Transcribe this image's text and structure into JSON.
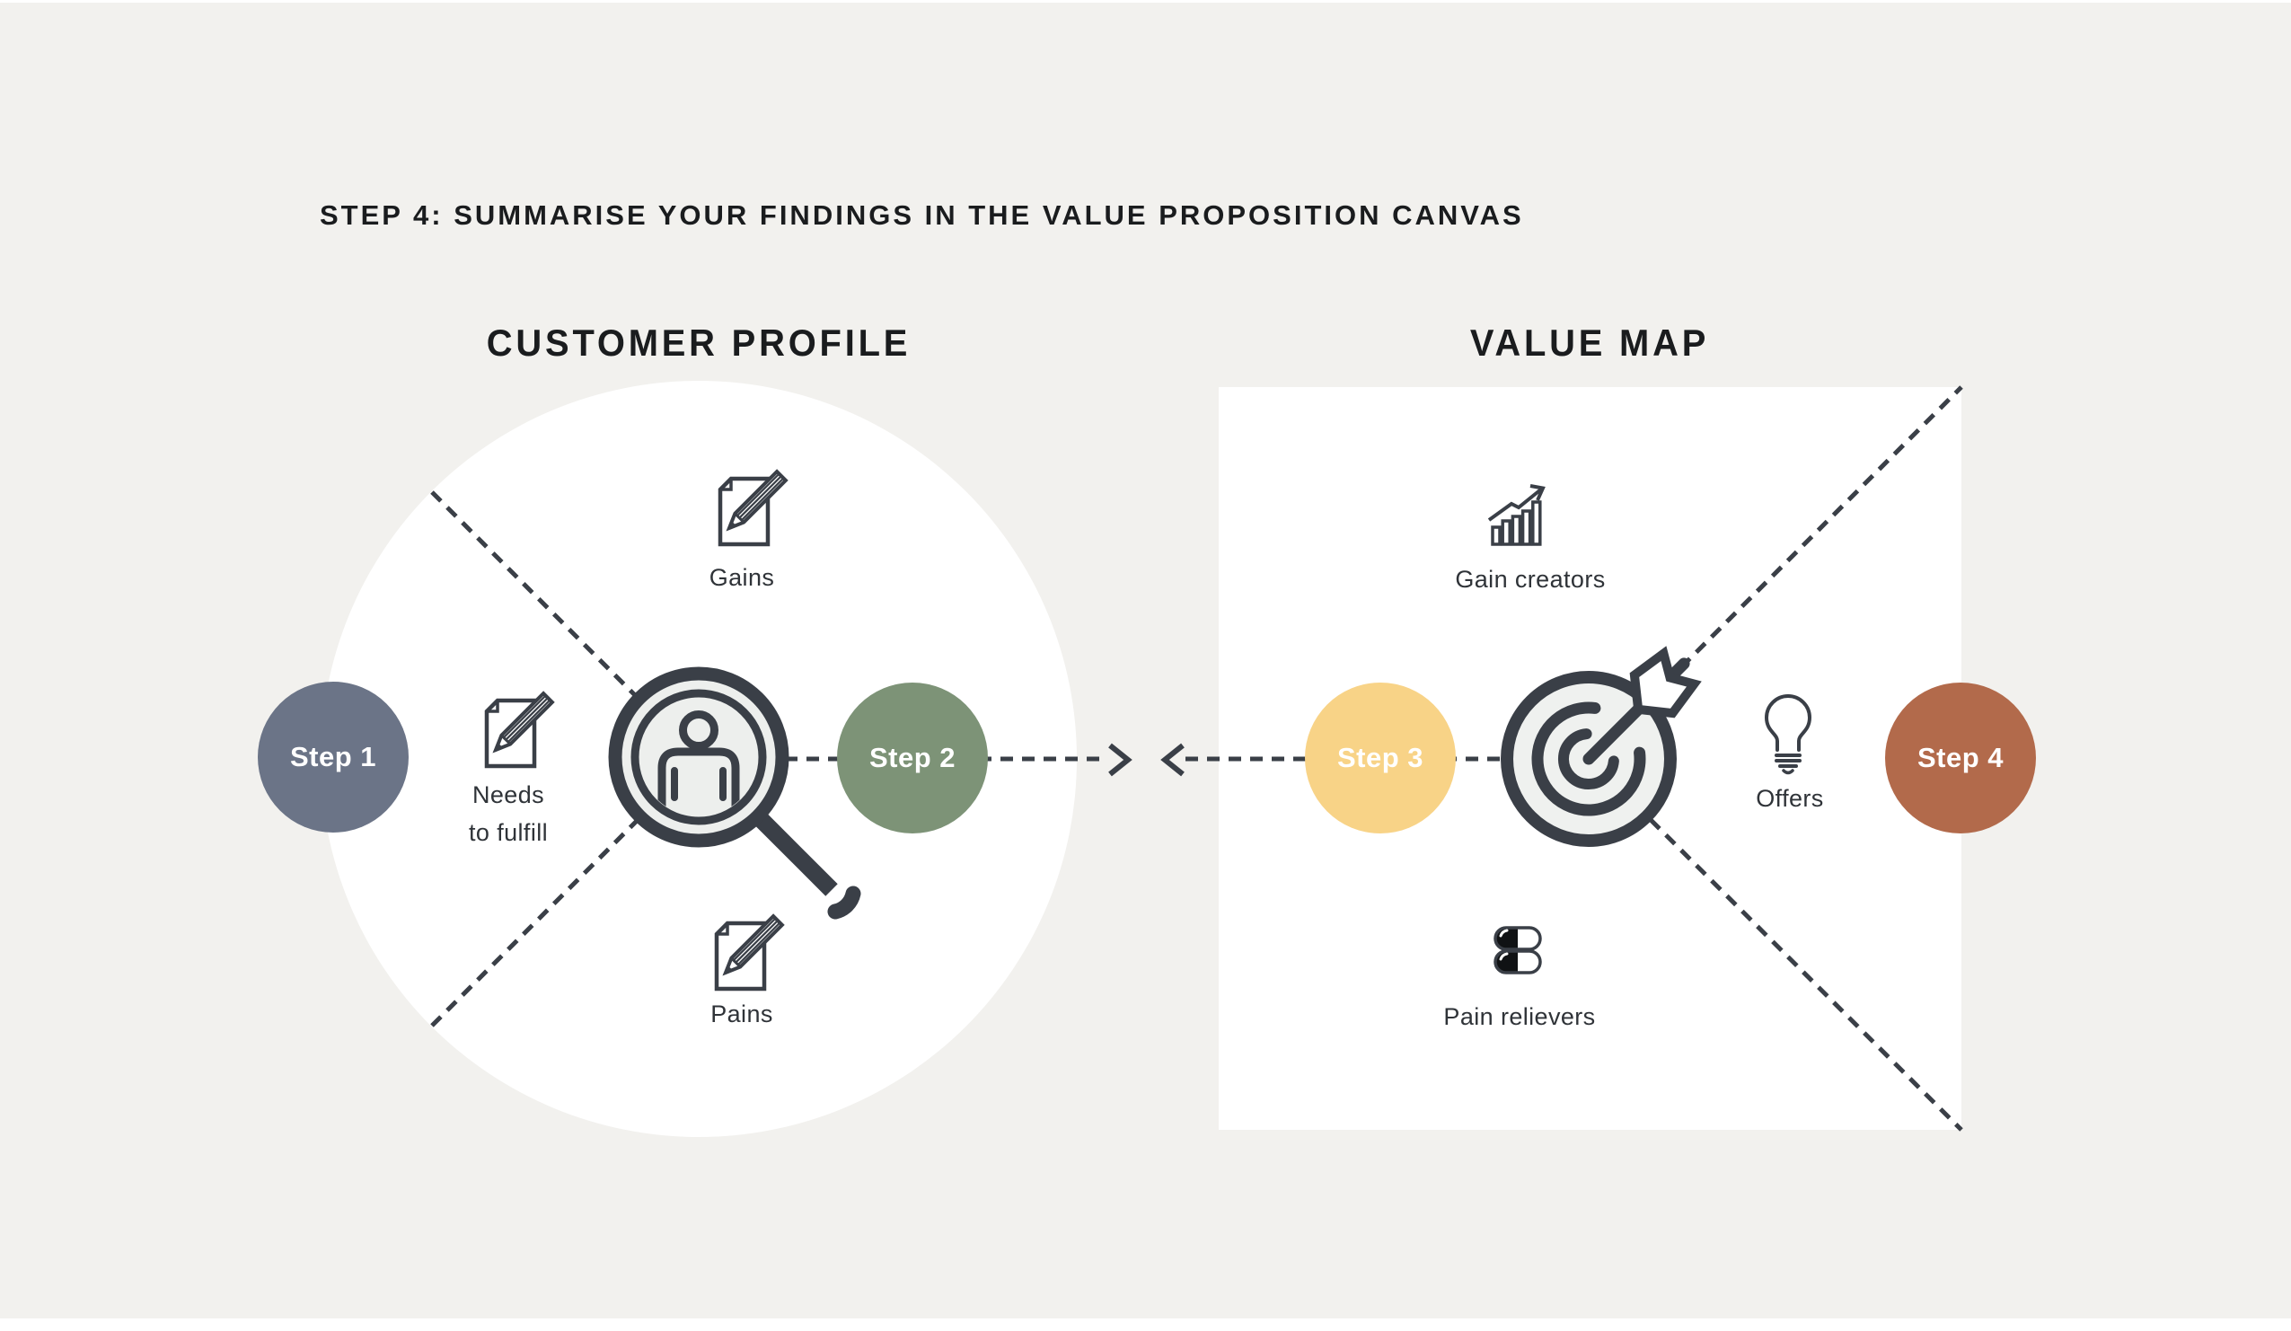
{
  "title": "STEP 4: SUMMARISE YOUR FINDINGS IN THE VALUE PROPOSITION CANVAS",
  "customer_profile": {
    "heading": "CUSTOMER PROFILE",
    "step1_label": "Step 1",
    "step2_label": "Step 2",
    "gains_label": "Gains",
    "needs_label_line1": "Needs",
    "needs_label_line2": "to fulfill",
    "pains_label": "Pains"
  },
  "value_map": {
    "heading": "VALUE MAP",
    "step3_label": "Step 3",
    "step4_label": "Step 4",
    "gain_creators_label": "Gain creators",
    "offers_label": "Offers",
    "pain_relievers_label": "Pain relievers"
  },
  "icons": {
    "gains": "document-pencil-icon",
    "needs_to_fulfill": "document-pencil-icon",
    "pains": "document-pencil-icon",
    "customer_profile_center": "magnifier-person-icon",
    "gain_creators": "bar-chart-arrow-icon",
    "offers": "lightbulb-icon",
    "pain_relievers": "pills-icon",
    "value_map_center": "target-arrow-icon",
    "connector": "dashed-opposing-arrows"
  },
  "colors": {
    "background": "#F2F1EE",
    "panel": "#FFFFFF",
    "ink": "#3A3F47",
    "step1": "#6B7487",
    "step2": "#7D9377",
    "step3": "#F8D387",
    "step4": "#B26A4B"
  }
}
